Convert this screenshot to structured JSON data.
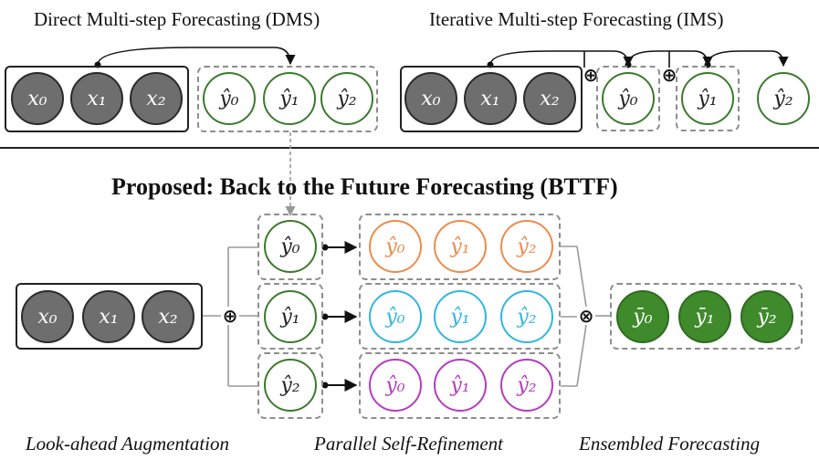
{
  "titles": {
    "dms": "Direct Multi-step Forecasting (DMS)",
    "ims": "Iterative Multi-step Forecasting (IMS)",
    "bttf": "Proposed: Back to the Future Forecasting (BTTF)"
  },
  "captions": {
    "lookahead": "Look-ahead  Augmentation",
    "refinement": "Parallel Self-Refinement",
    "ensembled": "Ensembled Forecasting"
  },
  "nodes": {
    "x0": "x₀",
    "x1": "x₁",
    "x2": "x₂",
    "yhat0": "ŷ₀",
    "yhat1": "ŷ₁",
    "yhat2": "ŷ₂",
    "ybar0": "ȳ₀",
    "ybar1": "ȳ₁",
    "ybar2": "ȳ₂"
  },
  "operators": {
    "add": "⊕",
    "multiply": "⊗"
  },
  "colors": {
    "input_fill": "#6e6e6e",
    "green": "#3c7a2e",
    "orange": "#ee8b4a",
    "blue": "#30b6e2",
    "purple": "#b43cbf",
    "ensemble_fill": "#3f8a2b",
    "dashed_border": "#8d8d8d"
  }
}
